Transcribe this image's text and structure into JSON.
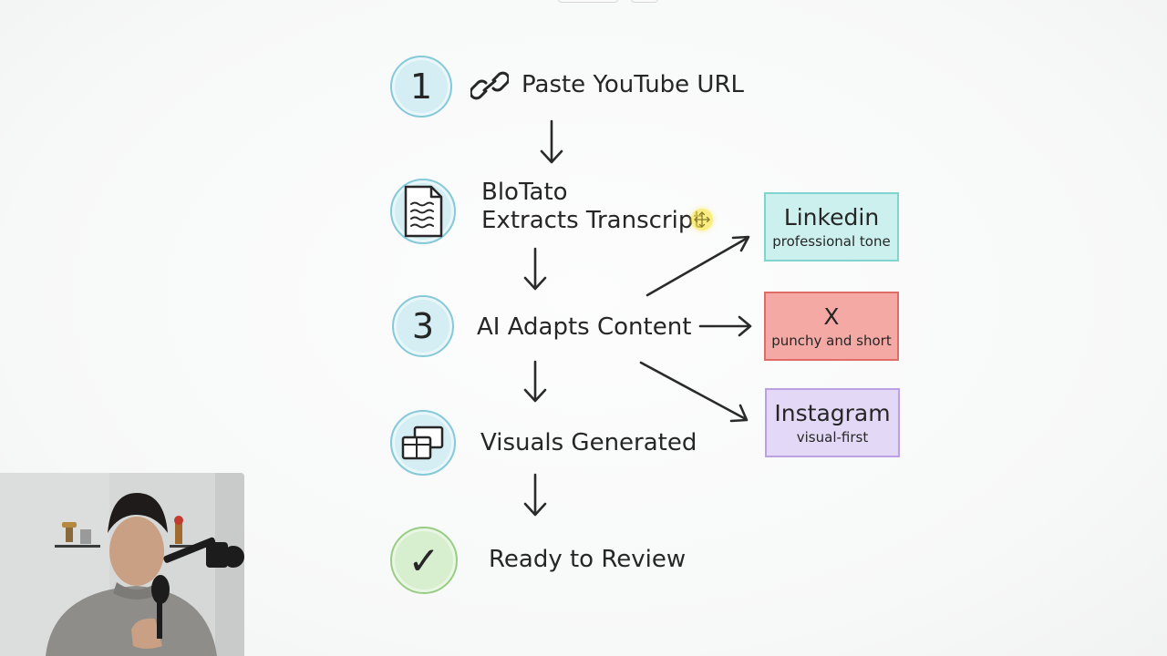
{
  "steps": [
    {
      "badge": "1",
      "label": "Paste YouTube URL",
      "icon": "link-icon"
    },
    {
      "badge": "",
      "label_line1": "BloTato",
      "label_line2": "Extracts Transcript",
      "icon": "document-icon"
    },
    {
      "badge": "3",
      "label": "AI Adapts Content"
    },
    {
      "badge": "",
      "label": "Visuals Generated",
      "icon": "layered-windows-icon"
    },
    {
      "badge": "✓",
      "label": "Ready to Review",
      "icon": "checkmark-icon"
    }
  ],
  "outputs": [
    {
      "name": "Linkedin",
      "tone": "professional tone",
      "color": "#ccf0ee"
    },
    {
      "name": "X",
      "tone": "punchy and short",
      "color": "#f4a9a4"
    },
    {
      "name": "Instagram",
      "tone": "visual-first",
      "color": "#e4d8f7"
    }
  ],
  "colors": {
    "step_circle": "#d4eef4",
    "final_circle": "#d7efce",
    "arrow": "#2a2a2a"
  }
}
